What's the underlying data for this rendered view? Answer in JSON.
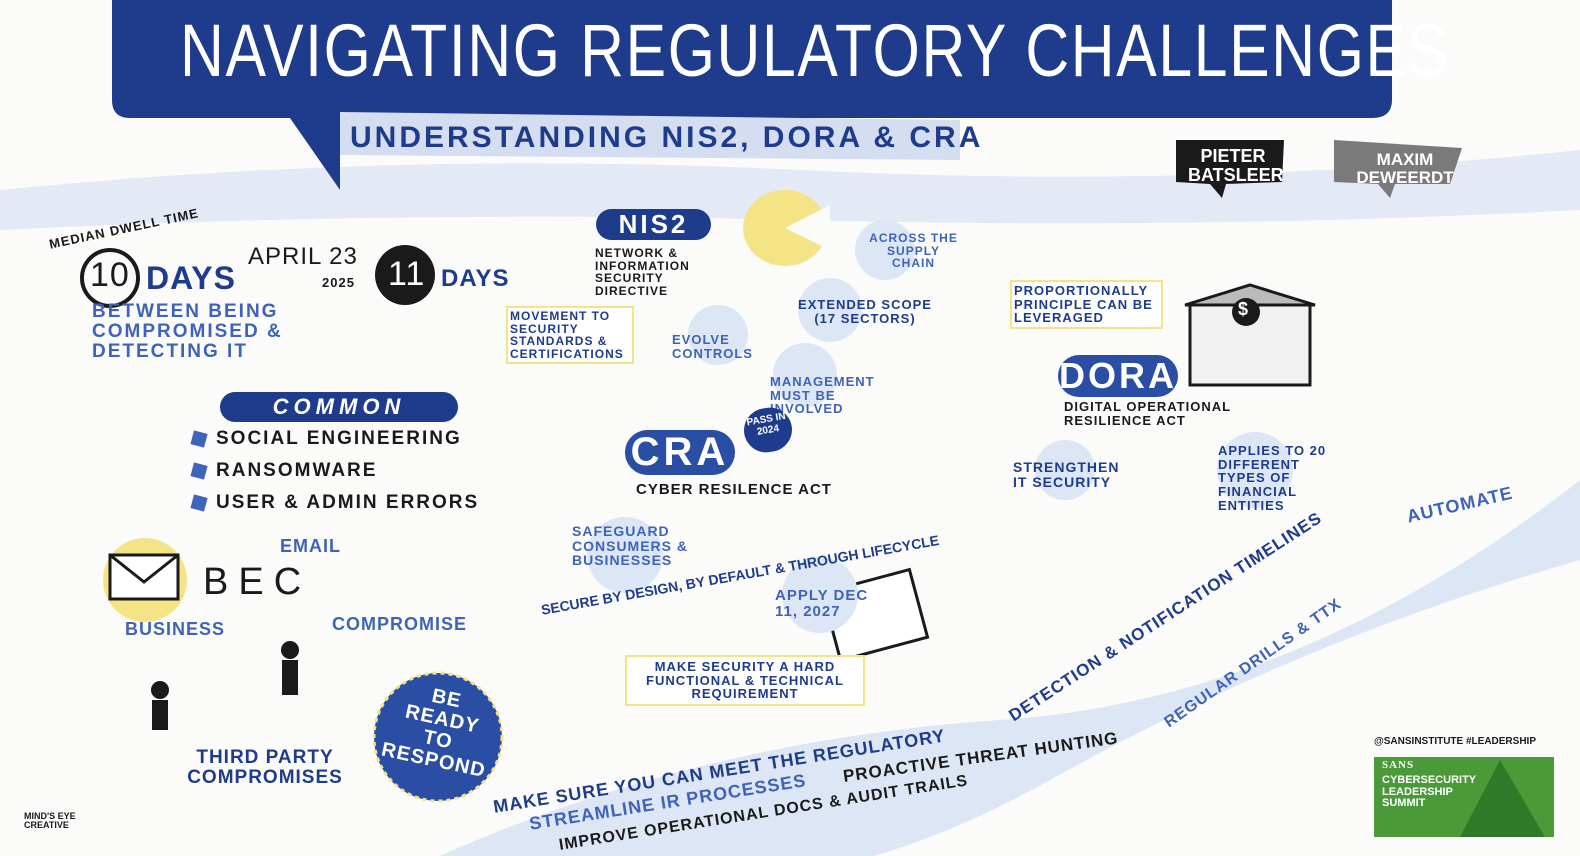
{
  "header": {
    "title": "NAVIGATING REGULATORY CHALLENGES",
    "subtitle": "UNDERSTANDING NIS2, DORA & CRA"
  },
  "speakers": [
    "PIETER BATSLEER",
    "MAXIM DEWEERDT"
  ],
  "dwell": {
    "label": "MEDIAN DWELL TIME",
    "before_num": "10",
    "before_unit": "DAYS",
    "date": "APRIL 23",
    "year": "2025",
    "after_num": "11",
    "after_unit": "DAYS",
    "desc": "BETWEEN BEING COMPROMISED & DETECTING IT"
  },
  "common": {
    "title": "COMMON",
    "items": [
      "SOCIAL ENGINEERING",
      "RANSOMWARE",
      "USER & ADMIN ERRORS"
    ]
  },
  "bec": {
    "acronym": "BEC",
    "email": "EMAIL",
    "business": "BUSINESS",
    "compromise": "COMPROMISE"
  },
  "third_party": "THIRD PARTY COMPROMISES",
  "be_ready": "BE READY TO RESPOND",
  "nis2": {
    "name": "NIS2",
    "full": "NETWORK & INFORMATION SECURITY DIRECTIVE",
    "movement": "MOVEMENT TO SECURITY STANDARDS & CERTIFICATIONS",
    "evolve": "EVOLVE CONTROLS",
    "supply": "ACROSS THE SUPPLY CHAIN",
    "scope": "EXTENDED SCOPE (17 SECTORS)",
    "mgmt": "MANAGEMENT MUST BE INVOLVED"
  },
  "cra": {
    "name": "CRA",
    "badge": "PASS IN 2024",
    "full": "CYBER RESILENCE ACT",
    "safeguard": "SAFEGUARD CONSUMERS & BUSINESSES",
    "secure": "SECURE BY DESIGN, BY DEFAULT & THROUGH LIFECYCLE",
    "apply": "APPLY DEC 11, 2027",
    "requirement": "MAKE SECURITY A HARD FUNCTIONAL & TECHNICAL REQUIREMENT"
  },
  "dora": {
    "name": "DORA",
    "full": "DIGITAL OPERATIONAL RESILIENCE ACT",
    "proportional": "PROPORTIONALLY PRINCIPLE CAN BE LEVERAGED",
    "strengthen": "STRENGTHEN IT SECURITY",
    "applies": "APPLIES TO 20 DIFFERENT TYPES OF FINANCIAL ENTITIES",
    "bank_symbol": "$"
  },
  "banner": {
    "line1": "MAKE SURE YOU CAN MEET THE REGULATORY",
    "line1b": "DETECTION & NOTIFICATION TIMELINES",
    "automate": "AUTOMATE",
    "line2": "STREAMLINE IR PROCESSES",
    "line2b": "PROACTIVE THREAT HUNTING",
    "line2c": "REGULAR DRILLS & TTX",
    "line3": "IMPROVE OPERATIONAL DOCS & AUDIT TRAILS"
  },
  "footer": {
    "handle": "@SANSINSTITUTE #LEADERSHIP",
    "logo_brand": "SANS",
    "logo_text": "CYBERSECURITY LEADERSHIP SUMMIT",
    "artist": "MIND'S EYE CREATIVE"
  },
  "colors": {
    "navy": "#1f3c8c",
    "light_blue": "#dce6f4",
    "yellow": "#f5e486",
    "green": "#4a9a3a"
  }
}
